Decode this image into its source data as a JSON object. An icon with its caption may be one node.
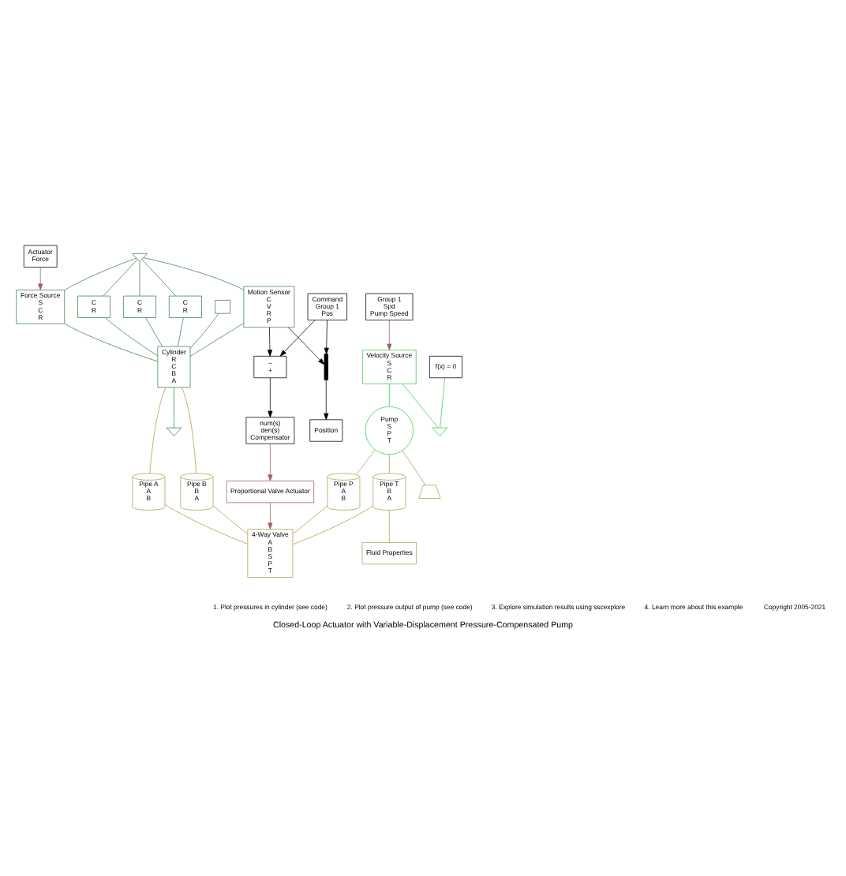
{
  "diagram": {
    "title": "Closed-Loop Actuator with Variable-Displacement Pressure-Compensated Pump",
    "nodes": [
      {
        "text": [
          "Actuator",
          "Force"
        ]
      },
      {
        "text": [
          "Force Source",
          "S",
          "C",
          "R"
        ]
      },
      {
        "text": [
          "C",
          "R"
        ]
      },
      {
        "text": [
          "C",
          "R"
        ]
      },
      {
        "text": [
          "C",
          "R"
        ]
      },
      {
        "text": [],
        "shape": "box"
      },
      {
        "text": [],
        "shape": "ground"
      },
      {
        "text": [
          "Motion Sensor",
          "C",
          "V",
          "R",
          "P"
        ]
      },
      {
        "text": [
          "Cylinder",
          "R",
          "C",
          "B",
          "A"
        ]
      },
      {
        "text": [],
        "shape": "ground"
      },
      {
        "text": [
          "Pipe B",
          "B",
          "A"
        ]
      },
      {
        "text": [
          "Pipe A",
          "A",
          "B"
        ]
      },
      {
        "text": [
          "4-Way Valve",
          "A",
          "B",
          "S",
          "P",
          "T"
        ]
      },
      {
        "text": [
          "Proportional Valve Actuator"
        ]
      },
      {
        "text": [
          "Position"
        ]
      },
      {
        "text": [],
        "shape": "bar"
      },
      {
        "text": [
          "Command",
          "Group 1",
          "Pos"
        ]
      },
      {
        "text": [
          "−",
          "+"
        ]
      },
      {
        "text": [
          "num(s)",
          "den(s)",
          "Compensator"
        ]
      },
      {
        "text": [
          "Group 1",
          "Spd",
          "Pump Speed"
        ]
      },
      {
        "text": [
          "Velocity Source",
          "S",
          "C",
          "R"
        ]
      },
      {
        "text": [
          "f(x) = 0"
        ]
      },
      {
        "text": [],
        "shape": "ground"
      },
      {
        "text": [
          "Pump",
          "S",
          "P",
          "T"
        ]
      },
      {
        "text": [
          "Pipe P",
          "A",
          "B"
        ]
      },
      {
        "text": [
          "Pipe T",
          "B",
          "A"
        ]
      },
      {
        "text": [],
        "shape": "tank"
      },
      {
        "text": [
          "Fluid Properties"
        ]
      }
    ],
    "edges": [
      {
        "from": 0,
        "to": 1,
        "arrow": "to",
        "color": "#a06060"
      },
      {
        "from": 6,
        "to": 1,
        "arrow": "none"
      },
      {
        "from": 6,
        "to": 2,
        "arrow": "none"
      },
      {
        "from": 6,
        "to": 3,
        "arrow": "none"
      },
      {
        "from": 6,
        "to": 4,
        "arrow": "none"
      },
      {
        "from": 6,
        "to": 7,
        "arrow": "none"
      },
      {
        "from": 1,
        "to": 8,
        "arrow": "none"
      },
      {
        "from": 2,
        "to": 8,
        "arrow": "none"
      },
      {
        "from": 3,
        "to": 8,
        "arrow": "none"
      },
      {
        "from": 4,
        "to": 8,
        "arrow": "none"
      },
      {
        "from": 5,
        "to": 8,
        "arrow": "none"
      },
      {
        "from": 7,
        "to": 8,
        "arrow": "none"
      },
      {
        "from": 8,
        "to": 9,
        "arrow": "none"
      },
      {
        "from": 8,
        "to": 10,
        "arrow": "none",
        "color": "#b09a50"
      },
      {
        "from": 8,
        "to": 11,
        "arrow": "none",
        "color": "#b09a50"
      },
      {
        "from": 10,
        "to": 12,
        "arrow": "none",
        "color": "#b09a50"
      },
      {
        "from": 11,
        "to": 12,
        "arrow": "none",
        "color": "#b09a50"
      },
      {
        "from": 7,
        "to": 15,
        "arrow": "to",
        "color": "#000000"
      },
      {
        "from": 7,
        "to": 17,
        "arrow": "to",
        "color": "#000000"
      },
      {
        "from": 15,
        "to": 14,
        "arrow": "to",
        "color": "#000000"
      },
      {
        "from": 16,
        "to": 15,
        "arrow": "to",
        "color": "#000000"
      },
      {
        "from": 16,
        "to": 17,
        "arrow": "to",
        "color": "#000000"
      },
      {
        "from": 17,
        "to": 18,
        "arrow": "to",
        "color": "#000000"
      },
      {
        "from": 18,
        "to": 13,
        "arrow": "to",
        "color": "#a06060"
      },
      {
        "from": 13,
        "to": 12,
        "arrow": "to",
        "color": "#a06060"
      },
      {
        "from": 19,
        "to": 20,
        "arrow": "to",
        "color": "#a06060"
      },
      {
        "from": 20,
        "to": 23,
        "arrow": "none",
        "color": "#33cc55"
      },
      {
        "from": 20,
        "to": 22,
        "arrow": "none",
        "color": "#33cc55"
      },
      {
        "from": 21,
        "to": 22,
        "arrow": "none",
        "color": "#33cc55"
      },
      {
        "from": 23,
        "to": 24,
        "arrow": "none",
        "color": "#b09a50"
      },
      {
        "from": 24,
        "to": 12,
        "arrow": "none",
        "color": "#b09a50"
      },
      {
        "from": 23,
        "to": 25,
        "arrow": "none",
        "color": "#b09a50"
      },
      {
        "from": 23,
        "to": 26,
        "arrow": "none",
        "color": "#b09a50"
      },
      {
        "from": 25,
        "to": 12,
        "arrow": "none",
        "color": "#b09a50"
      },
      {
        "from": 25,
        "to": 27,
        "arrow": "none",
        "color": "#b09a50"
      }
    ],
    "labels": [
      "1. Plot pressures in cylinder (see code)",
      "2. Plot pressure output of pump (see code)",
      "3. Explore simulation results using sscexplore",
      "4. Learn more about this example",
      "Copyright 2005-2021"
    ]
  }
}
